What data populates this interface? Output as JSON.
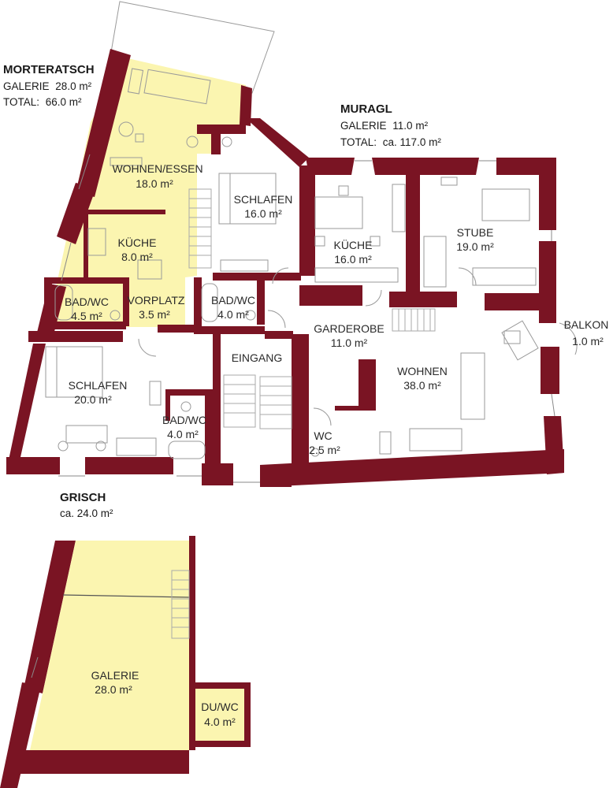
{
  "colors": {
    "wall": "#7a1423",
    "zone": "#fbf5b0",
    "text": "#2a2a2a"
  },
  "units": {
    "morteratsch": {
      "name": "MORTERATSCH",
      "galerie_label": "GALERIE",
      "galerie_value": "28.0 m²",
      "total_label": "TOTAL:",
      "total_value": "66.0 m²"
    },
    "muragl": {
      "name": "MURAGL",
      "galerie_label": "GALERIE",
      "galerie_value": "11.0 m²",
      "total_label": "TOTAL:",
      "total_value": "ca. 117.0 m²"
    },
    "grisch": {
      "name": "GRISCH",
      "area": "ca. 24.0 m²"
    }
  },
  "rooms": {
    "wohnen_essen": {
      "name": "WOHNEN/ESSEN",
      "area": "18.0 m²"
    },
    "kueche_mort": {
      "name": "KÜCHE",
      "area": "8.0 m²"
    },
    "bad_wc_mort": {
      "name": "BAD/WC",
      "area": "4.5 m²"
    },
    "vorplatz": {
      "name": "VORPLATZ",
      "area": "3.5 m²"
    },
    "schlafen_mid": {
      "name": "SCHLAFEN",
      "area": "16.0 m²"
    },
    "bad_wc_mid": {
      "name": "BAD/WC",
      "area": "4.0 m²"
    },
    "kueche_muragl": {
      "name": "KÜCHE",
      "area": "16.0 m²"
    },
    "stube": {
      "name": "STUBE",
      "area": "19.0 m²"
    },
    "balkon": {
      "name": "BALKON",
      "area": "1.0 m²"
    },
    "garderobe": {
      "name": "GARDEROBE",
      "area": "11.0 m²"
    },
    "eingang": {
      "name": "EINGANG",
      "area": ""
    },
    "wohnen": {
      "name": "WOHNEN",
      "area": "38.0 m²"
    },
    "wc": {
      "name": "WC",
      "area": "2.5 m²"
    },
    "schlafen_grisch": {
      "name": "SCHLAFEN",
      "area": "20.0 m²"
    },
    "bad_wc_grisch": {
      "name": "BAD/WC",
      "area": "4.0 m²"
    },
    "galerie": {
      "name": "GALERIE",
      "area": "28.0 m²"
    },
    "du_wc": {
      "name": "DU/WC",
      "area": "4.0 m²"
    }
  }
}
